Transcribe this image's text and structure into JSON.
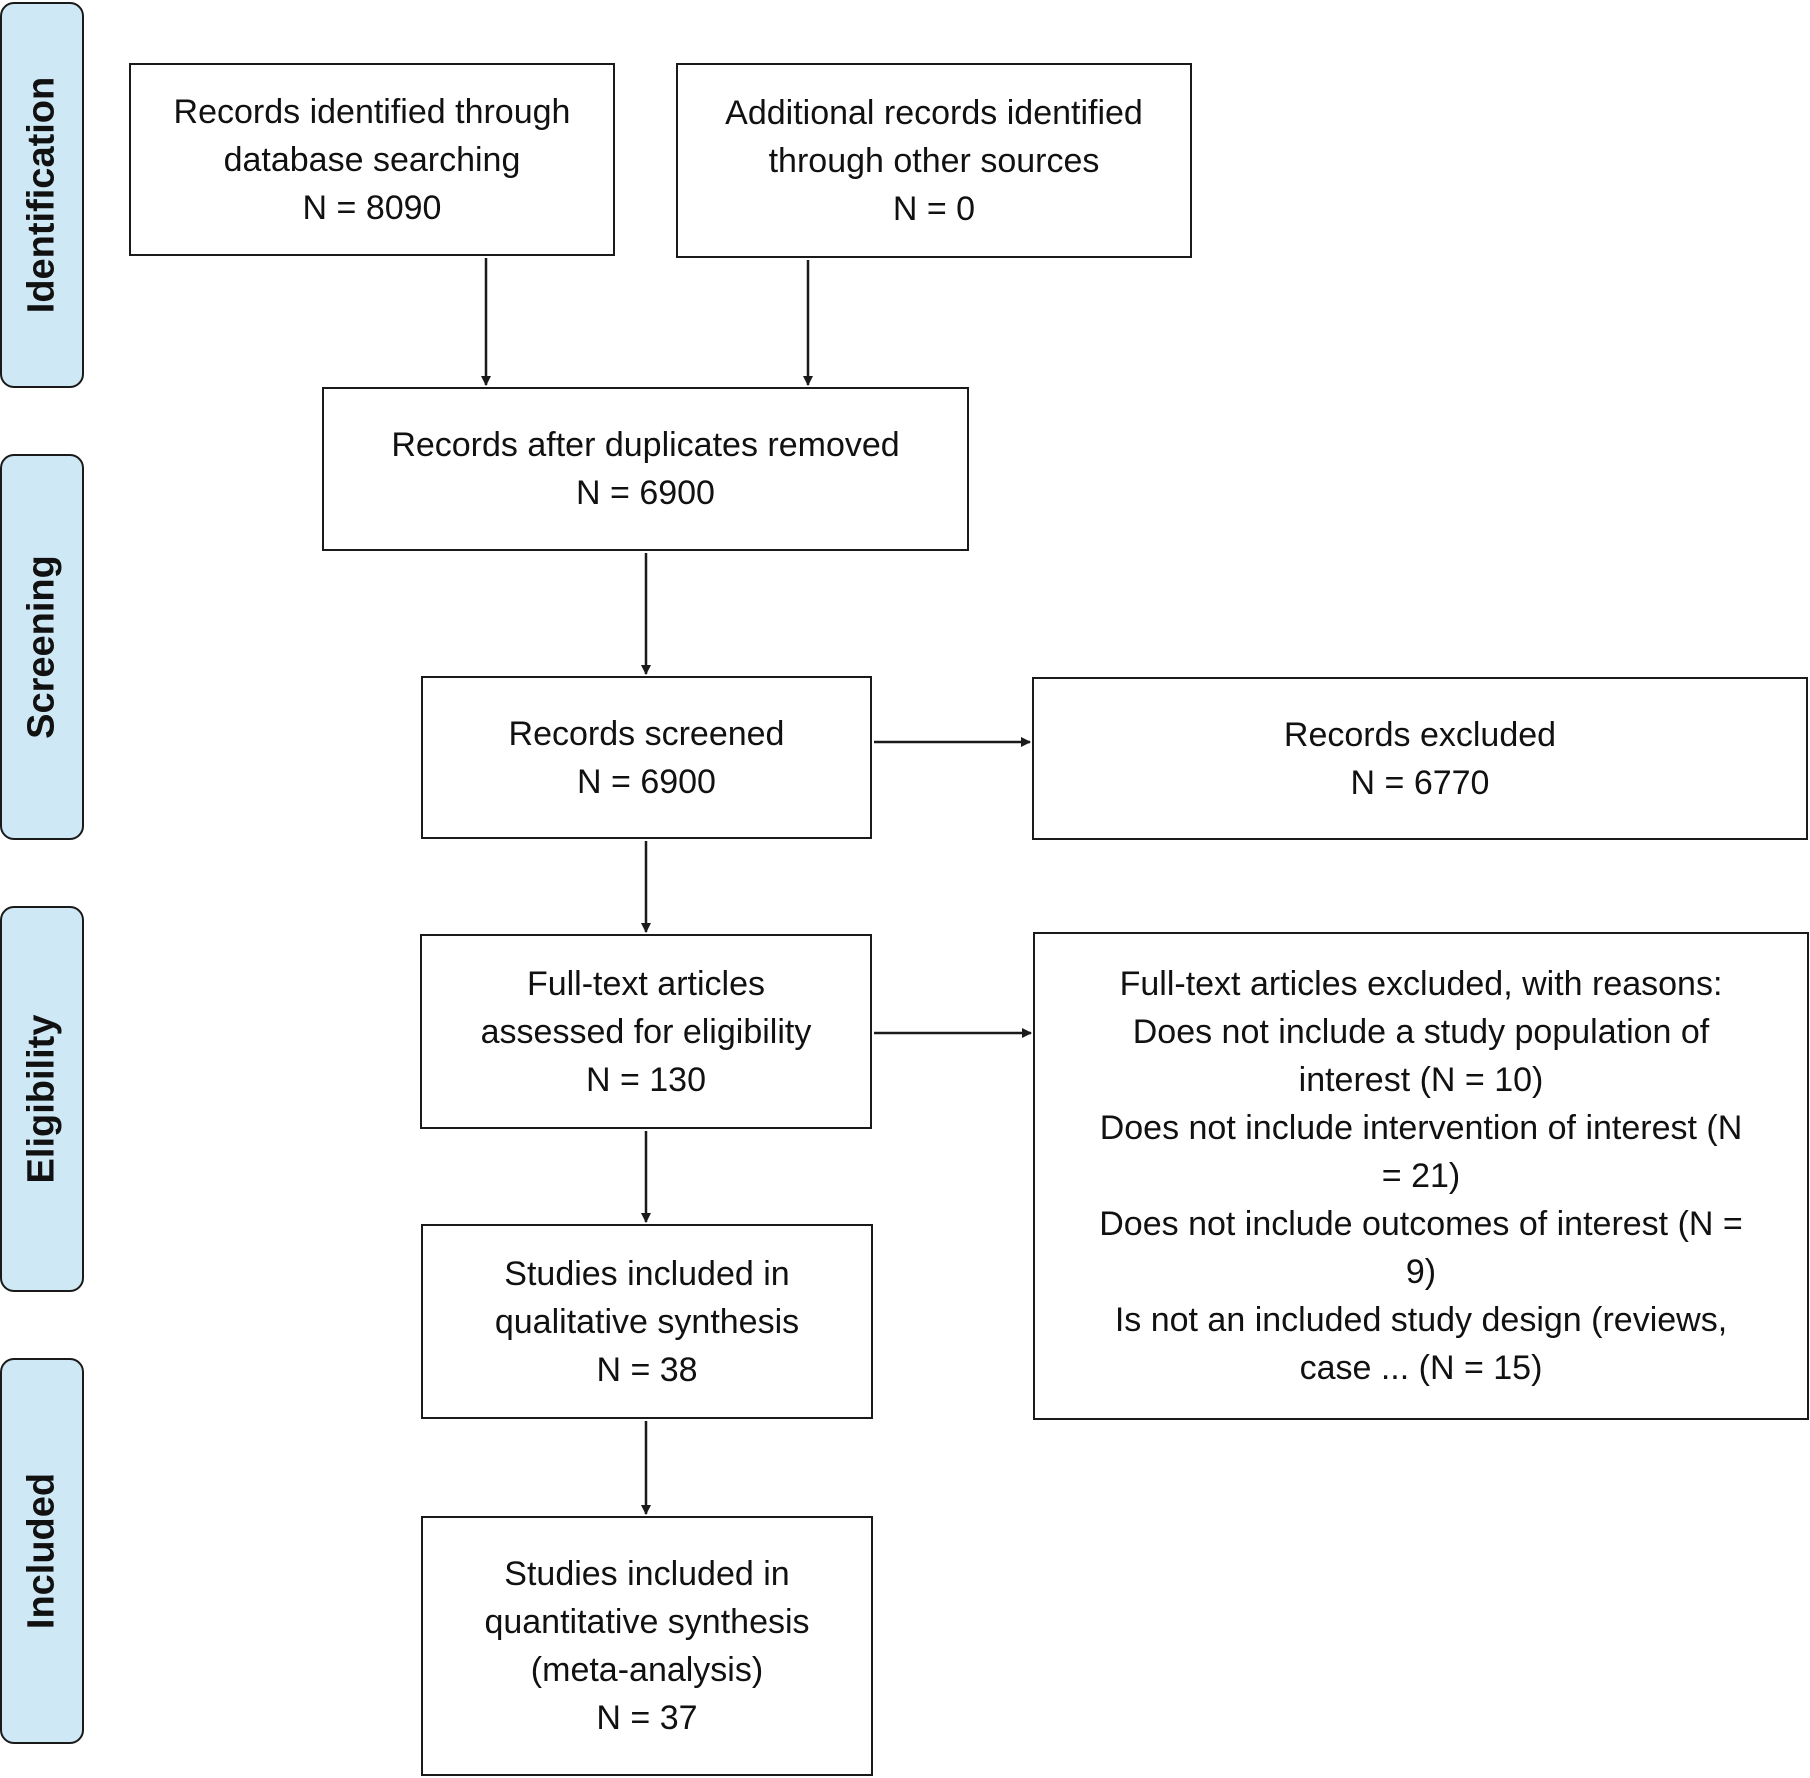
{
  "phases": {
    "identification": "Identification",
    "screening": "Screening",
    "eligibility": "Eligibility",
    "included": "Included"
  },
  "boxes": {
    "database_records": {
      "lines": [
        "Records identified through",
        "database searching",
        "N = 8090"
      ]
    },
    "other_sources": {
      "lines": [
        "Additional records identified",
        "through other sources",
        "N = 0"
      ]
    },
    "duplicates_removed": {
      "lines": [
        "Records after duplicates removed",
        "N = 6900"
      ]
    },
    "screened": {
      "lines": [
        "Records screened",
        "N = 6900"
      ]
    },
    "excluded": {
      "lines": [
        "Records excluded",
        "N = 6770"
      ]
    },
    "full_text": {
      "lines": [
        "Full-text articles",
        "assessed for eligibility",
        "N = 130"
      ]
    },
    "full_text_excluded": {
      "lines": [
        "Full-text articles excluded, with reasons:",
        "Does not include a study population of",
        "interest (N = 10)",
        "Does not include intervention of interest (N",
        "= 21)",
        "Does not include outcomes of interest (N =",
        "9)",
        "Is not an included study design (reviews,",
        "case ... (N = 15)"
      ]
    },
    "qualitative": {
      "lines": [
        "Studies included in",
        "qualitative synthesis",
        "N = 38"
      ]
    },
    "quantitative": {
      "lines": [
        "Studies included in",
        "quantitative synthesis",
        "(meta-analysis)",
        "N = 37"
      ]
    }
  },
  "colors": {
    "phase_fill": "#cfe8f6",
    "border": "#1a1a1a",
    "box_fill": "#ffffff"
  }
}
